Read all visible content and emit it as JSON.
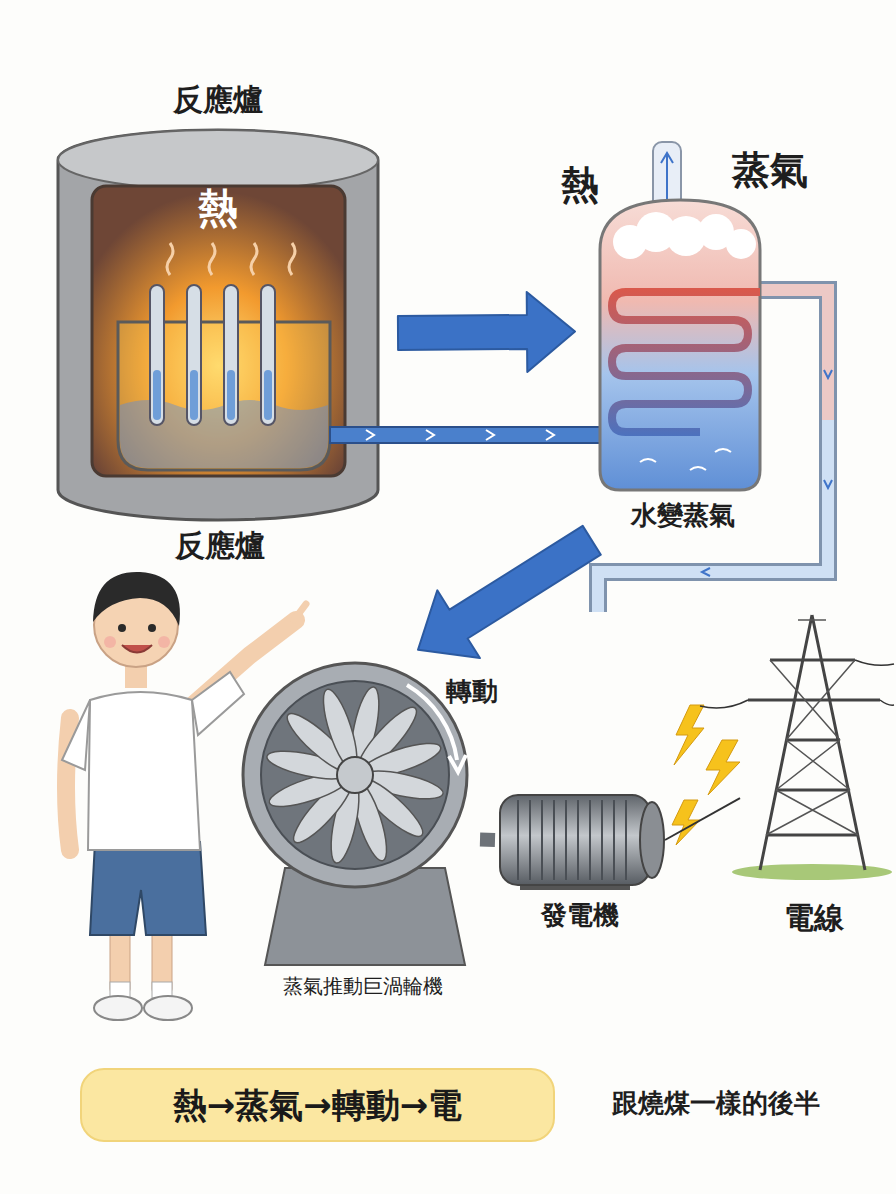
{
  "diagram": {
    "nodes": [
      {
        "text": [
          "反應爐",
          "熱"
        ]
      },
      {
        "text": [
          "水變蒸氣"
        ]
      },
      {
        "text": [
          "蒸氣推動巨渦輪機"
        ]
      },
      {
        "text": [
          "發電機"
        ]
      },
      {
        "text": [
          "電線"
        ]
      },
      {
        "text": [
          "熱→蒸氣→轉動→電"
        ]
      }
    ],
    "edges": [
      {
        "from": 0,
        "to": 1,
        "arrow": "to"
      },
      {
        "from": 1,
        "to": 2,
        "arrow": "to"
      },
      {
        "from": 2,
        "to": 3,
        "arrow": "none"
      },
      {
        "from": 3,
        "to": 4,
        "arrow": "none"
      }
    ],
    "labels": [
      "反應爐",
      "熱",
      "蒸氣",
      "轉動",
      "跟燒煤一樣的後半"
    ]
  }
}
